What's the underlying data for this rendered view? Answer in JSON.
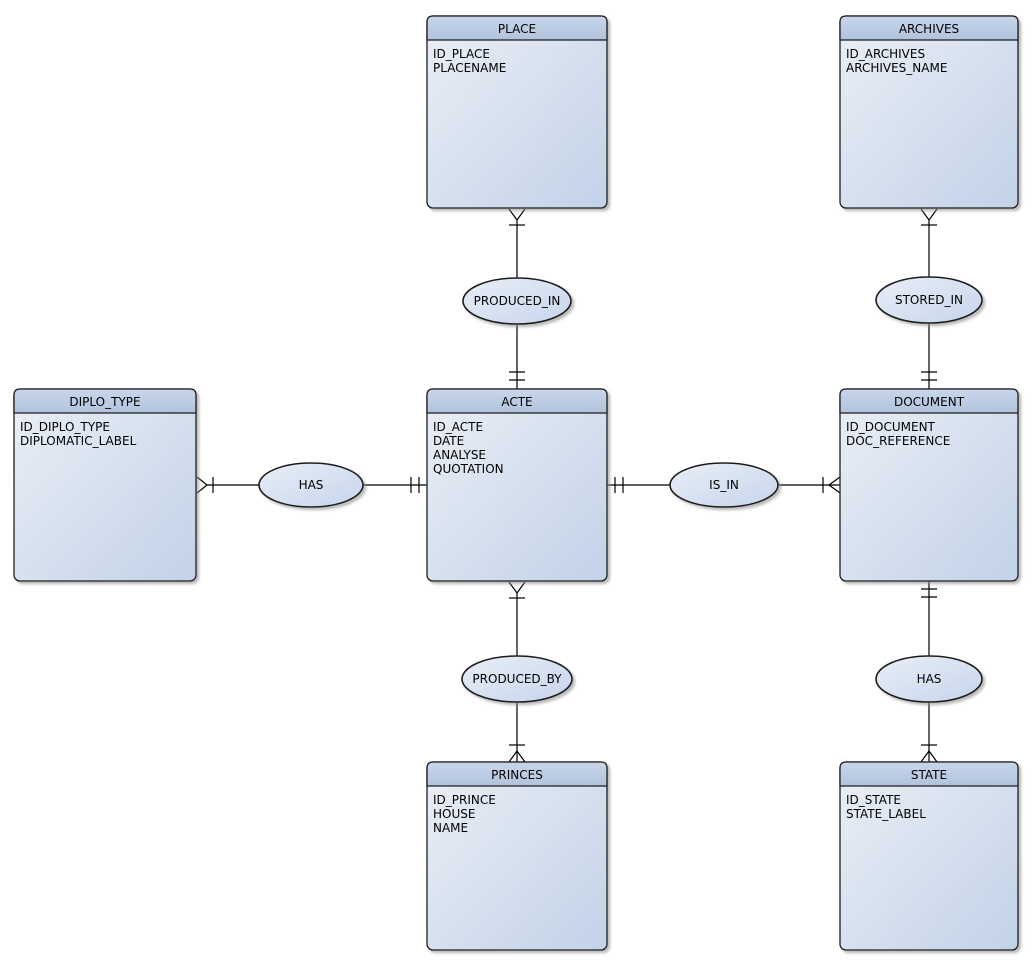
{
  "diagram": {
    "type": "entity-relationship-diagram",
    "notation": "crow's foot",
    "background_color": "#ffffff",
    "colors": {
      "entity_body_gradient_start": "#ebeff6",
      "entity_body_gradient_end": "#c2d2e8",
      "entity_header_gradient_start": "#c9d6ea",
      "entity_header_gradient_end": "#b0c3dc",
      "ellipse_gradient_start": "#e8eef6",
      "ellipse_gradient_end": "#c6d5ec",
      "stroke": "#1f1f1f",
      "text": "#000000"
    }
  },
  "entities": [
    {
      "title": "PLACE",
      "attributes": [
        "ID_PLACE",
        "PLACENAME"
      ]
    },
    {
      "title": "ARCHIVES",
      "attributes": [
        "ID_ARCHIVES",
        "ARCHIVES_NAME"
      ]
    },
    {
      "title": "DIPLO_TYPE",
      "attributes": [
        "ID_DIPLO_TYPE",
        "DIPLOMATIC_LABEL"
      ]
    },
    {
      "title": "ACTE",
      "attributes": [
        "ID_ACTE",
        "DATE",
        "ANALYSE",
        "QUOTATION"
      ]
    },
    {
      "title": "DOCUMENT",
      "attributes": [
        "ID_DOCUMENT",
        "DOC_REFERENCE"
      ]
    },
    {
      "title": "PRINCES",
      "attributes": [
        "ID_PRINCE",
        "HOUSE",
        "NAME"
      ]
    },
    {
      "title": "STATE",
      "attributes": [
        "ID_STATE",
        "STATE_LABEL"
      ]
    }
  ],
  "relationships": [
    {
      "label": "PRODUCED_IN",
      "source": "PLACE",
      "target": "ACTE",
      "source_cardinality": "many (crow's foot + bar)",
      "target_cardinality": "one and only one (double bar)"
    },
    {
      "label": "STORED_IN",
      "source": "ARCHIVES",
      "target": "DOCUMENT",
      "source_cardinality": "many (crow's foot + bar)",
      "target_cardinality": "one and only one (double bar)"
    },
    {
      "label": "HAS",
      "source": "DIPLO_TYPE",
      "target": "ACTE",
      "source_cardinality": "many (crow's foot + bar)",
      "target_cardinality": "one and only one (double bar)"
    },
    {
      "label": "IS_IN",
      "source": "ACTE",
      "target": "DOCUMENT",
      "source_cardinality": "one and only one (double bar)",
      "target_cardinality": "many (bar + crow's foot)"
    },
    {
      "label": "PRODUCED_BY",
      "source": "ACTE",
      "target": "PRINCES",
      "source_cardinality": "many (crow's foot + bar)",
      "target_cardinality": "many (bar + crow's foot)"
    },
    {
      "label": "HAS",
      "source": "DOCUMENT",
      "target": "STATE",
      "source_cardinality": "one and only one (double bar)",
      "target_cardinality": "many (bar + crow's foot)"
    }
  ]
}
